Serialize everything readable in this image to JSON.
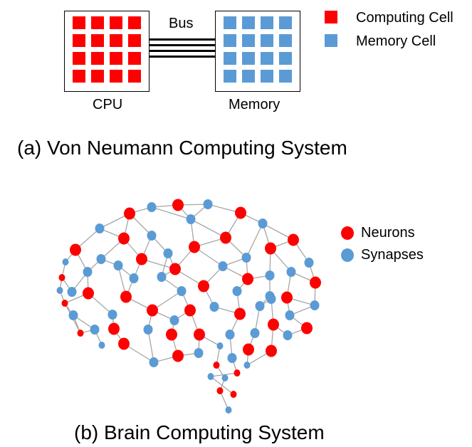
{
  "colors": {
    "computing": "#ff0000",
    "memory": "#5b9bd5",
    "edge": "#a6a6a6",
    "neuron": "#ff0000",
    "synapse": "#5b9bd5"
  },
  "von_neumann": {
    "bus_label": "Bus",
    "cpu_label": "CPU",
    "memory_label": "Memory",
    "caption": "(a) Von Neumann Computing System",
    "legend": [
      {
        "label": "Computing Cell",
        "color": "#ff0000"
      },
      {
        "label": "Memory Cell",
        "color": "#5b9bd5"
      }
    ]
  },
  "brain": {
    "caption": "(b) Brain Computing System",
    "legend": [
      {
        "label": "Neurons",
        "color": "#ff0000"
      },
      {
        "label": "Synapses",
        "color": "#5b9bd5"
      }
    ]
  }
}
